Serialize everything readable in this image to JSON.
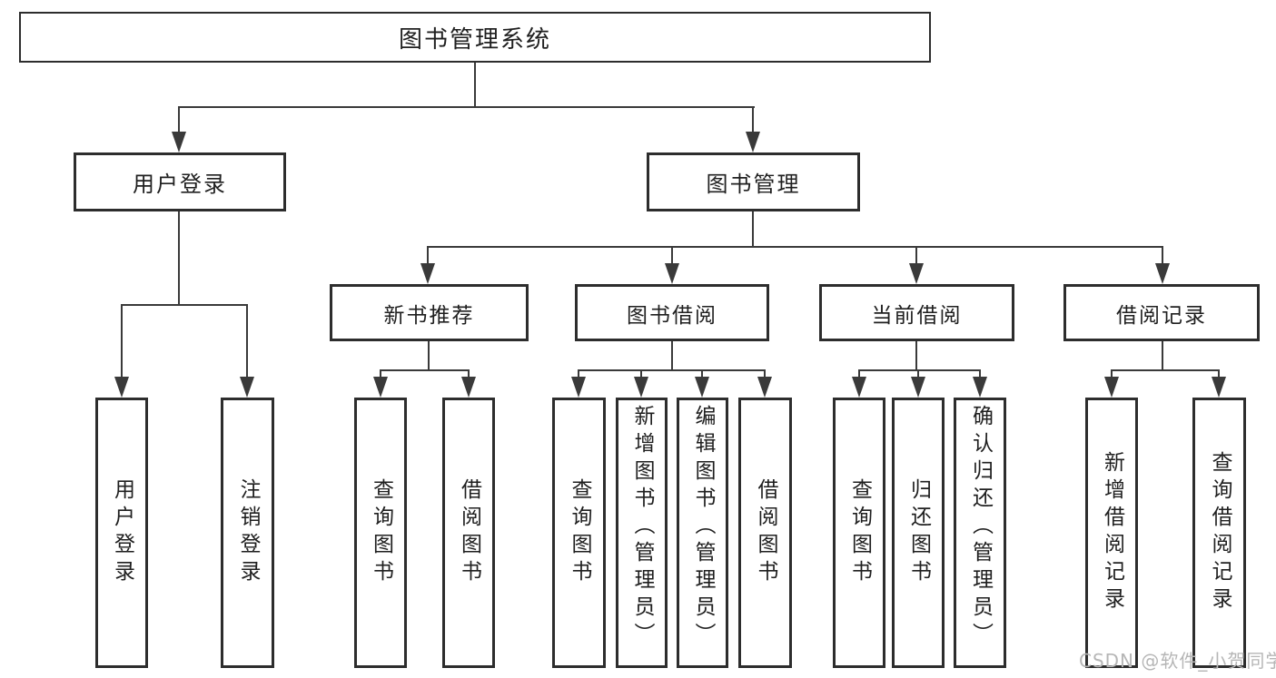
{
  "diagram": {
    "root": {
      "label": "图书管理系统",
      "children": [
        {
          "label": "用户登录",
          "children": [
            {
              "label": "用户登录"
            },
            {
              "label": "注销登录"
            }
          ]
        },
        {
          "label": "图书管理",
          "children": [
            {
              "label": "新书推荐",
              "children": [
                {
                  "label": "查询图书"
                },
                {
                  "label": "借阅图书"
                }
              ]
            },
            {
              "label": "图书借阅",
              "children": [
                {
                  "label": "查询图书"
                },
                {
                  "label": "新增图书（管理员）"
                },
                {
                  "label": "编辑图书（管理员）"
                },
                {
                  "label": "借阅图书"
                }
              ]
            },
            {
              "label": "当前借阅",
              "children": [
                {
                  "label": "查询图书"
                },
                {
                  "label": "归还图书"
                },
                {
                  "label": "确认归还（管理员）"
                }
              ]
            },
            {
              "label": "借阅记录",
              "children": [
                {
                  "label": "新增借阅记录"
                },
                {
                  "label": "查询借阅记录"
                }
              ]
            }
          ]
        }
      ]
    },
    "watermark": "CSDN @软件_小贺同学"
  },
  "colors": {
    "background": "#ffffff",
    "box_border": "#2d2d2d",
    "line": "#3a3a3a",
    "text": "#1f1f1f",
    "watermark": "#b6b6b6"
  }
}
